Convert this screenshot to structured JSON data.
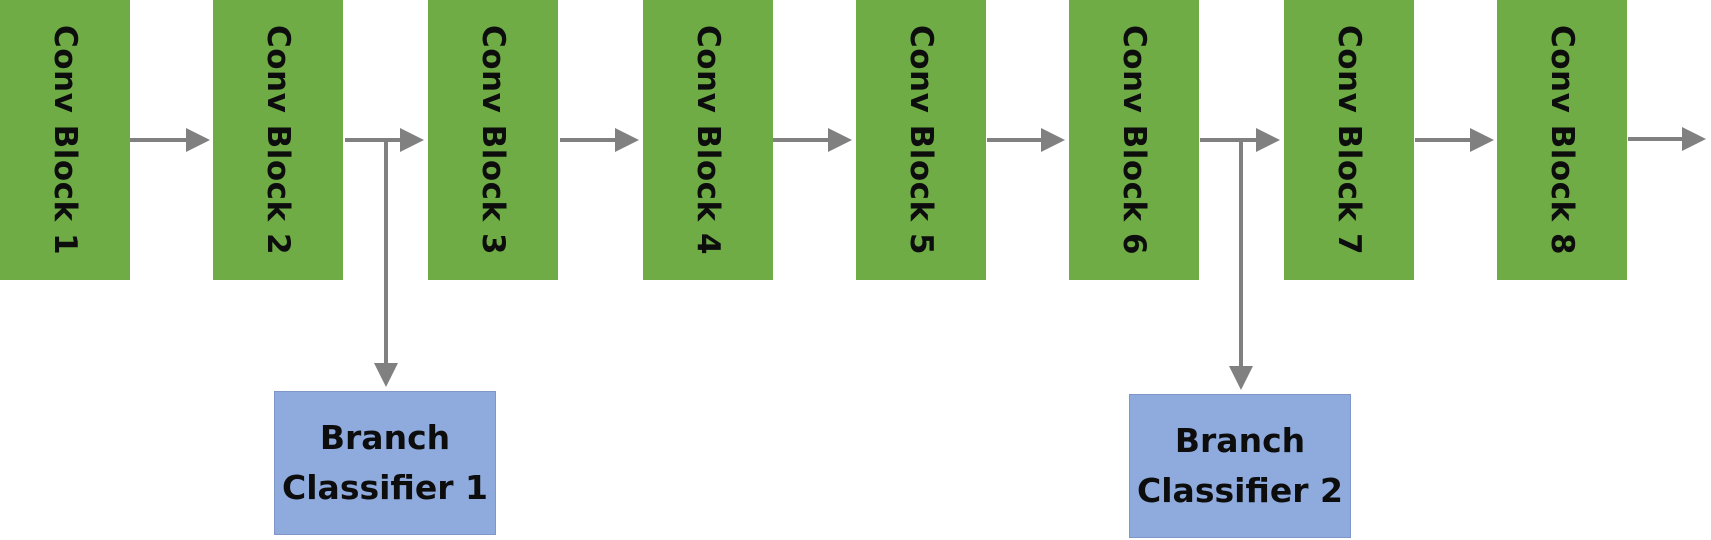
{
  "diagram": {
    "conv_blocks": [
      {
        "label": "Conv Block 1"
      },
      {
        "label": "Conv Block 2"
      },
      {
        "label": "Conv Block 3"
      },
      {
        "label": "Conv Block 4"
      },
      {
        "label": "Conv Block 5"
      },
      {
        "label": "Conv Block 6"
      },
      {
        "label": "Conv Block 7"
      },
      {
        "label": "Conv Block 8"
      }
    ],
    "branches": [
      {
        "line1": "Branch",
        "line2": "Classifier 1",
        "after_block": "Conv Block 2"
      },
      {
        "line1": "Branch",
        "line2": "Classifier 2",
        "after_block": "Conv Block 6"
      }
    ],
    "colors": {
      "conv_block": "#6FAC46",
      "branch": "#8FABDD",
      "arrow": "#808080",
      "text": "#0d0d0d"
    }
  }
}
